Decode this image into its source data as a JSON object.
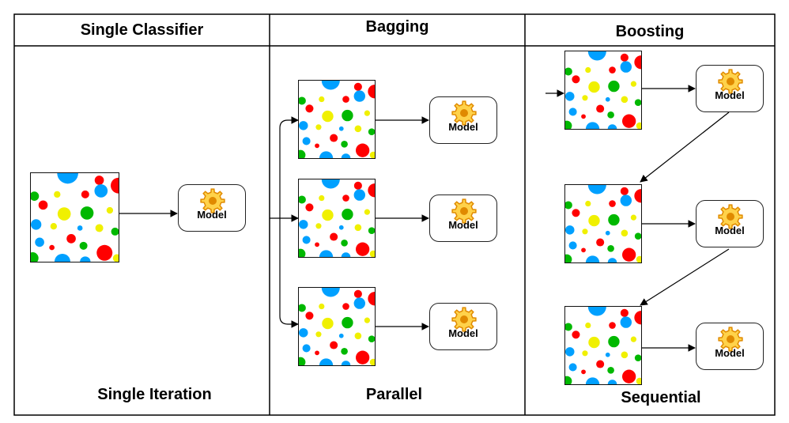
{
  "columns": [
    {
      "title": "Single Classifier",
      "footer": "Single Iteration"
    },
    {
      "title": "Bagging",
      "footer": "Parallel"
    },
    {
      "title": "Boosting",
      "footer": "Sequential"
    }
  ],
  "model_label": "Model",
  "icons": {
    "model": "gear-icon",
    "dataset": "colored-dots-dataset"
  },
  "colors": {
    "red": "#ff0000",
    "green": "#00b800",
    "blue": "#00a0ff",
    "yellow": "#f0f000",
    "gear_light": "#ffd24a",
    "gear_dark": "#e08a00"
  }
}
